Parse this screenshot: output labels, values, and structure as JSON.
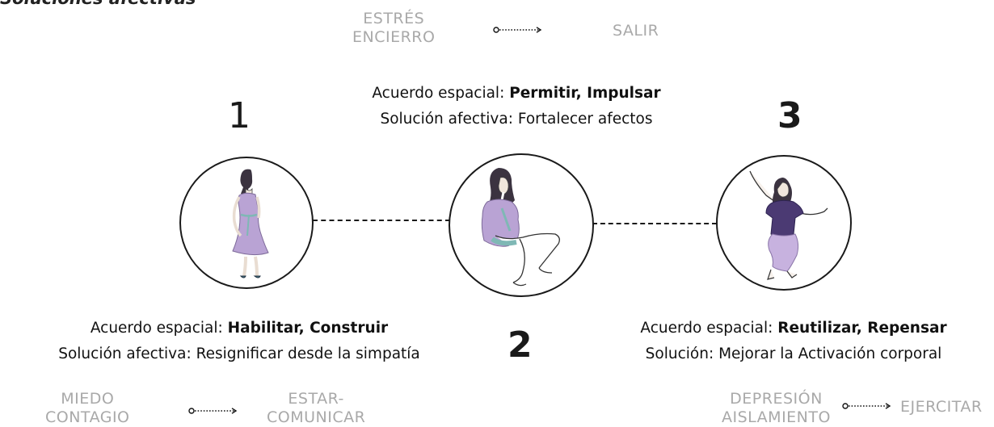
{
  "title": "Soluciones afectivas",
  "top": {
    "from_line1": "ESTRÉS",
    "from_line2": "ENCIERRO",
    "to": "SALIR",
    "agreement_label": "Acuerdo espacial:",
    "agreement_value": "Permitir, Impulsar",
    "solution_label": "Solución afectiva:",
    "solution_value": "Fortalecer afectos"
  },
  "steps": [
    {
      "number": "1",
      "agreement_label": "Acuerdo espacial:",
      "agreement_value": "Habilitar, Construir",
      "solution_label": "Solución afectiva:",
      "solution_value": "Resignificar desde la simpatía",
      "from_line1": "MIEDO",
      "from_line2": "CONTAGIO",
      "to_line1": "ESTAR-",
      "to_line2": "COMUNICAR"
    },
    {
      "number": "2"
    },
    {
      "number": "3",
      "agreement_label": "Acuerdo espacial:",
      "agreement_value": "Reutilizar, Repensar",
      "solution_label": "Solución:",
      "solution_value": "Mejorar la Activación corporal",
      "from_line1": "DEPRESIÓN",
      "from_line2": "AISLAMIENTO",
      "to": "EJERCITAR"
    }
  ],
  "colors": {
    "lavender": "#b9a3d4",
    "lavender_dark": "#9a83b8",
    "purple_shirt": "#4b3a73",
    "teal": "#7fb8b5",
    "hair": "#3b3340",
    "grey_text": "#a9a9a9"
  }
}
